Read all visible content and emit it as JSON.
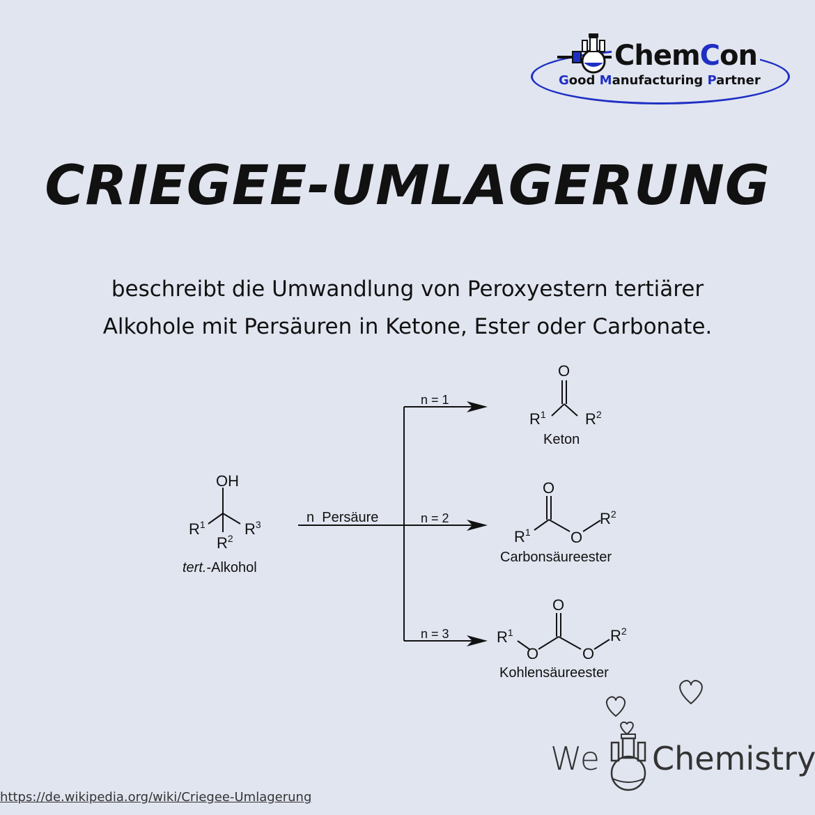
{
  "logo": {
    "name_prefix": "Chem",
    "name_mid": "C",
    "name_suffix": "on",
    "tag_g": "G",
    "tag_ood": "ood ",
    "tag_m": "M",
    "tag_anufacturing": "anufacturing ",
    "tag_p": "P",
    "tag_artner": "artner"
  },
  "title": "CRIEGEE-UMLAGERUNG",
  "description": {
    "line1": "beschreibt die Umwandlung von Peroxyestern tertiärer",
    "line2": "Alkohole mit Persäuren in Ketone, Ester oder Carbonate."
  },
  "scheme": {
    "reactant": {
      "oh": "OH",
      "r1": "R",
      "r1_sup": "1",
      "r2": "R",
      "r2_sup": "2",
      "r3": "R",
      "r3_sup": "3",
      "label_italic": "tert.",
      "label_rest": "-Alkohol"
    },
    "reagent": "n  Persäure",
    "branches": [
      {
        "condition": "n = 1"
      },
      {
        "condition": "n = 2"
      },
      {
        "condition": "n = 3"
      }
    ],
    "products": {
      "keton": {
        "o": "O",
        "r1": "R",
        "r1_sup": "1",
        "r2": "R",
        "r2_sup": "2",
        "label": "Keton"
      },
      "ester": {
        "o_top": "O",
        "o_mid": "O",
        "r1": "R",
        "r1_sup": "1",
        "r2": "R",
        "r2_sup": "2",
        "label": "Carbonsäureester"
      },
      "carbonate": {
        "o_top": "O",
        "o_left": "O",
        "o_right": "O",
        "r1": "R",
        "r1_sup": "1",
        "r2": "R",
        "r2_sup": "2",
        "label": "Kohlensäureester"
      }
    }
  },
  "source_link": "https://de.wikipedia.org/wiki/Criegee-Umlagerung",
  "brand": {
    "we": "We",
    "chemistry": "Chemistry"
  },
  "colors": {
    "background": "#e1e5f0",
    "accent": "#1f2fc4",
    "text": "#111111"
  }
}
